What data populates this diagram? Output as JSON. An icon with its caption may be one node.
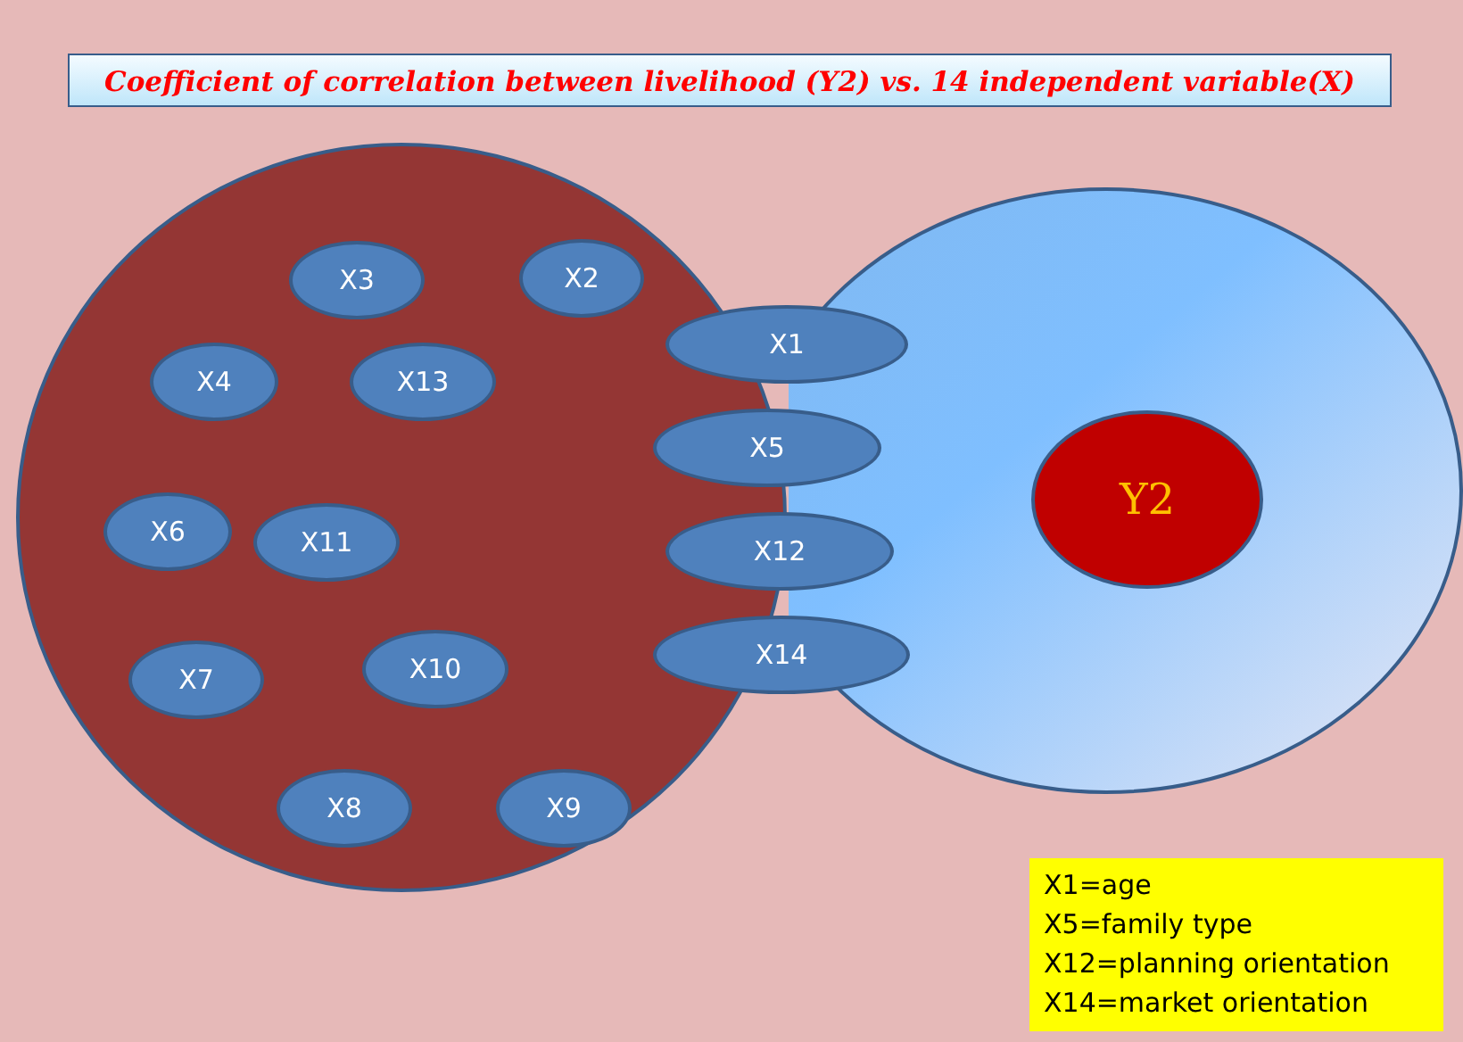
{
  "diagram": {
    "title": "Coefficient of correlation between livelihood (Y2) vs. 14 independent variable(X)",
    "nodes": [
      {
        "text": [],
        "shape": "circle"
      },
      {
        "text": [],
        "shape": "circle"
      },
      {
        "text": [
          "X3"
        ],
        "in": 0
      },
      {
        "text": [
          "X2"
        ],
        "in": 0
      },
      {
        "text": [
          "X1"
        ]
      },
      {
        "text": [
          "X4"
        ],
        "in": 0
      },
      {
        "text": [
          "X13"
        ],
        "in": 0
      },
      {
        "text": [
          "X5"
        ]
      },
      {
        "text": [
          "X6"
        ],
        "in": 0
      },
      {
        "text": [
          "X11"
        ],
        "in": 0
      },
      {
        "text": [
          "X12"
        ]
      },
      {
        "text": [
          "Y2"
        ],
        "in": 1
      },
      {
        "text": [
          "X14"
        ]
      },
      {
        "text": [
          "X7"
        ],
        "in": 0
      },
      {
        "text": [
          "X10"
        ],
        "in": 0
      },
      {
        "text": [
          "X8"
        ],
        "in": 0
      },
      {
        "text": [
          "X9"
        ],
        "in": 0
      },
      {
        "text": [
          "X1=age",
          "X5=family type",
          "X12=planning orientation",
          "X14=market orientation"
        ]
      }
    ],
    "edges": []
  }
}
